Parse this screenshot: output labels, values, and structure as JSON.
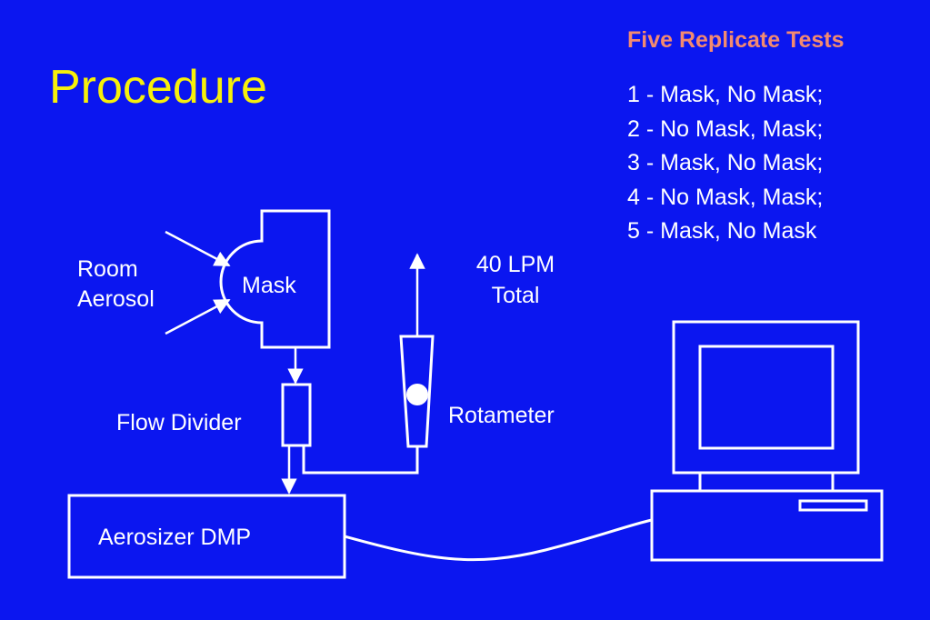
{
  "slide": {
    "title": "Procedure"
  },
  "tests": {
    "heading": "Five Replicate Tests",
    "items": [
      "1 - Mask, No Mask;",
      "2 - No Mask, Mask;",
      "3 - Mask, No Mask;",
      "4 - No Mask, Mask;",
      "5 - Mask, No Mask"
    ]
  },
  "diagram": {
    "room_aerosol": [
      "Room",
      "Aerosol"
    ],
    "mask": "Mask",
    "flow_divider": "Flow Divider",
    "flow_rate": [
      "40 LPM",
      "Total"
    ],
    "rotameter": "Rotameter",
    "aerosizer": "Aerosizer DMP"
  },
  "colors": {
    "background": "#0b16f0",
    "title": "#f7f00a",
    "heading": "#f38a70",
    "line": "#ffffff"
  }
}
